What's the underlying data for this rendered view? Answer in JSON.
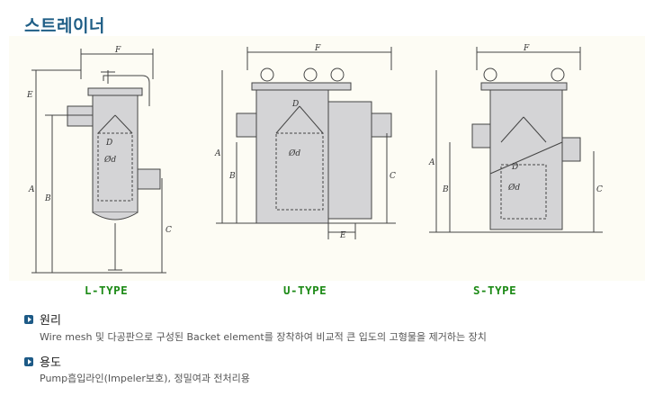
{
  "page": {
    "title": "스트레이너"
  },
  "drawings": [
    {
      "type_label": "L-TYPE",
      "dims": {
        "f": "F",
        "e": "E",
        "a": "A",
        "b": "B",
        "c": "C",
        "d": "D",
        "od": "Ød"
      }
    },
    {
      "type_label": "U-TYPE",
      "dims": {
        "f": "F",
        "a": "A",
        "b": "B",
        "c": "C",
        "d": "D",
        "od": "Ød",
        "e": "E"
      }
    },
    {
      "type_label": "S-TYPE",
      "dims": {
        "f": "F",
        "a": "A",
        "b": "B",
        "c": "C",
        "d": "D",
        "od": "Ød"
      }
    }
  ],
  "sections": [
    {
      "title": "원리",
      "text": "Wire mesh 및 다공판으로 구성된 Backet element를 장착하여 비교적 큰 입도의 고형물을 제거하는 장치"
    },
    {
      "title": "용도",
      "text": "Pump흡입라인(Impeler보호), 정밀여과 전처리용"
    }
  ],
  "colors": {
    "title": "#1f5e86",
    "type_label": "#1c8a16",
    "bullet": "#1d5a86",
    "drawing_fill": "#d4d4d6",
    "drawing_bg": "#fdfcf4"
  }
}
